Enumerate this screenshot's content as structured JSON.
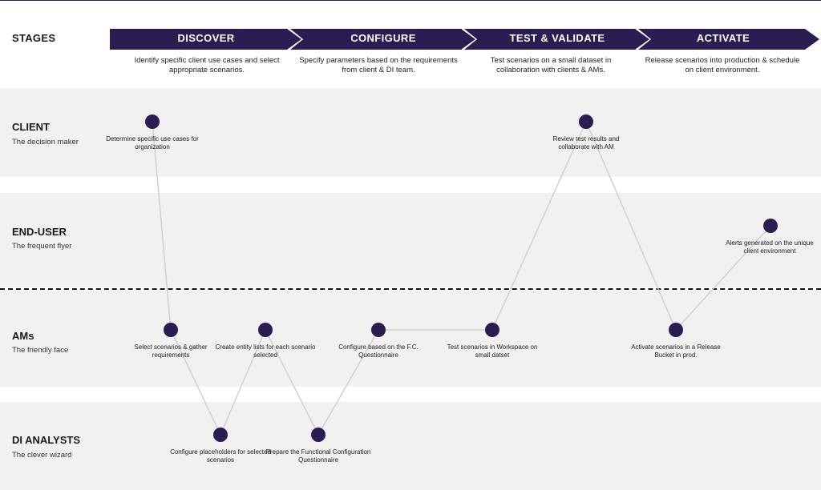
{
  "stages_label": "STAGES",
  "stages": [
    {
      "title": "DISCOVER",
      "desc": "Identify specific client use cases and select appropriate scenarios."
    },
    {
      "title": "CONFIGURE",
      "desc": "Specify parameters based on the requirements from client & DI team."
    },
    {
      "title": "TEST & VALIDATE",
      "desc": "Test scenarios on a small dataset in collaboration with clients & AMs."
    },
    {
      "title": "ACTIVATE",
      "desc": "Release scenarios into production & schedule on client environment."
    }
  ],
  "lanes": [
    {
      "title": "CLIENT",
      "subtitle": "The decision maker"
    },
    {
      "title": "END-USER",
      "subtitle": "The frequent flyer"
    },
    {
      "title": "AMs",
      "subtitle": "The friendly face"
    },
    {
      "title": "DI ANALYSTS",
      "subtitle": "The clever wizard"
    }
  ],
  "steps": [
    {
      "label": "Determine specific use cases for organization"
    },
    {
      "label": "Select scenarios & gather requirements"
    },
    {
      "label": "Configure placeholders for selected scenarios"
    },
    {
      "label": "Create entity lists for each scenario selected"
    },
    {
      "label": "Prepare the Functional Configuration Questionnaire"
    },
    {
      "label": "Configure based on the F.C. Questionnaire"
    },
    {
      "label": "Test scenarios in Workspace on small datset"
    },
    {
      "label": "Review test results and collaborate with AM"
    },
    {
      "label": "Activate scenarios in a Release Bucket in prod."
    },
    {
      "label": "Alerts generated on the unique client environment"
    }
  ],
  "colors": {
    "accent": "#2b1d52",
    "band": "#f1f1f1",
    "line": "#d0d0d0"
  }
}
